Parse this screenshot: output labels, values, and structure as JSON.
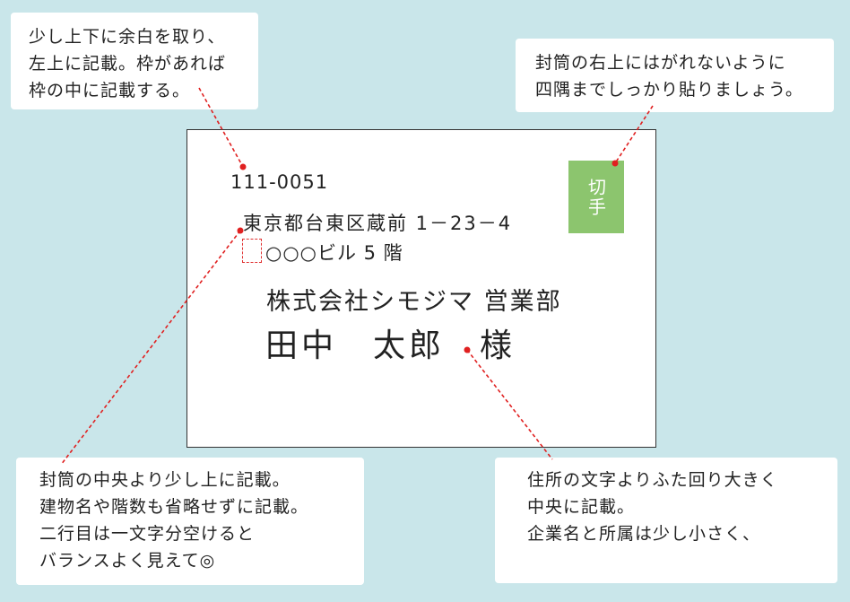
{
  "notes": {
    "return_address": {
      "lines": [
        "少し上下に余白を取り、",
        "左上に記載。枠があれば",
        "枠の中に記載する。"
      ]
    },
    "stamp": {
      "lines": [
        "封筒の右上にはがれないように",
        "四隅までしっかり貼りましょう。"
      ]
    },
    "address": {
      "lines": [
        "封筒の中央より少し上に記載。",
        "建物名や階数も省略せずに記載。",
        "二行目は一文字分空けると",
        "バランスよく見えて◎"
      ]
    },
    "recipient_name": {
      "lines": [
        "住所の文字よりふた回り大きく",
        "中央に記載。",
        "企業名と所属は少し小さく、"
      ]
    }
  },
  "envelope": {
    "postal_code": "111-0051",
    "address_line1": "東京都台東区蔵前 1－23－4",
    "address_line2": "○○○ビル 5 階",
    "company": "株式会社シモジマ 営業部",
    "recipient": "田中　太郎",
    "honorific": "様",
    "stamp_label": "切手"
  },
  "colors": {
    "background": "#c9e6ea",
    "stamp": "#8cc56e",
    "leader_line": "#e02020"
  }
}
